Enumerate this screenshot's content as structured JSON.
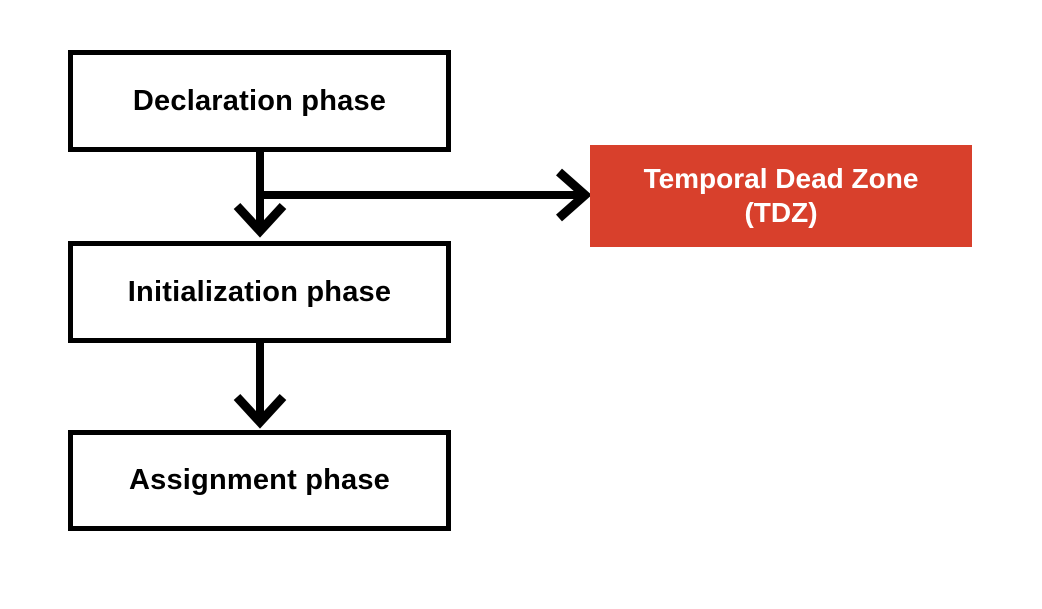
{
  "diagram": {
    "title": "Variable lifecycle phases flowchart",
    "colors": {
      "background": "#ffffff",
      "box_fill": "#ffffff",
      "box_border": "#000000",
      "box_text": "#000000",
      "arrow": "#000000",
      "tdz_fill": "#d8402c",
      "tdz_text": "#ffffff"
    },
    "flow_boxes": [
      {
        "label": "Declaration phase"
      },
      {
        "label": "Initialization phase"
      },
      {
        "label": "Assignment phase"
      }
    ],
    "tdz_box": {
      "line1": "Temporal Dead Zone",
      "line2": "(TDZ)"
    },
    "connections": [
      {
        "from": "Declaration phase",
        "to": "Initialization phase",
        "direction": "down"
      },
      {
        "from": "Declaration phase",
        "to": "Temporal Dead Zone (TDZ)",
        "direction": "right"
      },
      {
        "from": "Initialization phase",
        "to": "Assignment phase",
        "direction": "down"
      }
    ]
  }
}
